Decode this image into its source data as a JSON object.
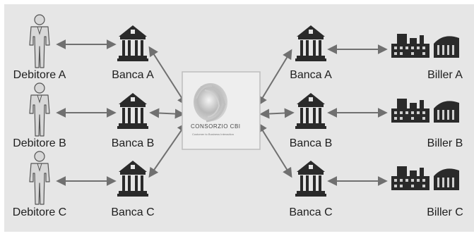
{
  "debtors": [
    {
      "label": "Debitore A"
    },
    {
      "label": "Debitore B"
    },
    {
      "label": "Debitore C"
    }
  ],
  "banks_left": [
    {
      "label": "Banca A"
    },
    {
      "label": "Banca B"
    },
    {
      "label": "Banca C"
    }
  ],
  "banks_right": [
    {
      "label": "Banca A"
    },
    {
      "label": "Banca B"
    },
    {
      "label": "Banca C"
    }
  ],
  "billers": [
    {
      "label": "Biller A"
    },
    {
      "label": "Biller B"
    },
    {
      "label": "Biller C"
    }
  ],
  "center": {
    "logo_text": "CONSORZIO CBI",
    "logo_subtext": "Customer to Business Interaction"
  },
  "colors": {
    "background": "#e6e6e6",
    "arrow": "#707070",
    "icon": "#2a2a2a",
    "person": "#d8d8d8"
  },
  "icons": {
    "debtor": "person-icon",
    "bank": "bank-icon",
    "biller": "building-icon",
    "center": "consorzio-cbi-logo"
  }
}
